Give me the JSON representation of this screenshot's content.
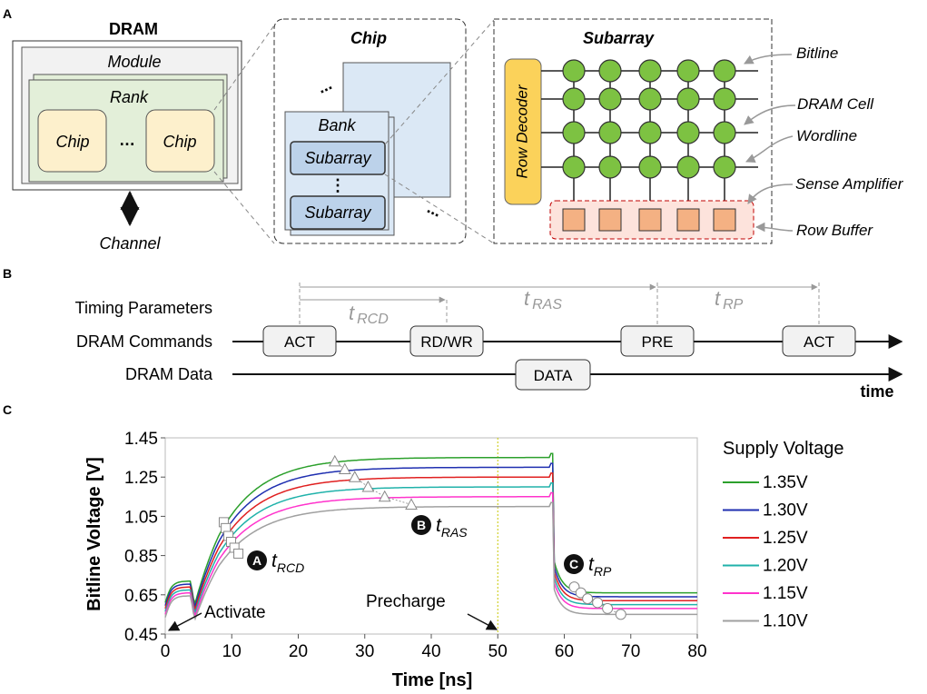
{
  "panel_a": {
    "letter": "A",
    "dram_title": "DRAM",
    "module_label": "Module",
    "rank_label": "Rank",
    "chip_label_left": "Chip",
    "chip_dots": "…",
    "chip_label_right": "Chip",
    "channel_label": "Channel",
    "chip_box_title": "Chip",
    "bank_label": "Bank",
    "subarray_label_1": "Subarray",
    "vertical_dots": "⋮",
    "subarray_label_2": "Subarray",
    "subarray_box_title": "Subarray",
    "row_decoder_label": "Row Decoder",
    "callout_bitline": "Bitline",
    "callout_dram_cell": "DRAM Cell",
    "callout_wordline": "Wordline",
    "callout_sense_amplifier": "Sense Amplifier",
    "callout_row_buffer": "Row Buffer",
    "colors": {
      "module_fill": "#f2f2f2",
      "rank_fill": "#e3efd9",
      "chip_fill": "#fdf0cc",
      "bank_fill": "#dbe8f5",
      "cell_fill": "#7dc242",
      "decoder_fill": "#fbd25a",
      "sense_amp_fill": "#f4b183",
      "row_buffer_border": "#c00000"
    }
  },
  "panel_b": {
    "letter": "B",
    "row_labels": {
      "timing": "Timing Parameters",
      "commands": "DRAM Commands",
      "data": "DRAM Data"
    },
    "timing": [
      {
        "t": "t",
        "sub": "RCD"
      },
      {
        "t": "t",
        "sub": "RAS"
      },
      {
        "t": "t",
        "sub": "RP"
      }
    ],
    "commands": [
      "ACT",
      "RD/WR",
      "PRE",
      "ACT"
    ],
    "data_label": "DATA",
    "time_label": "time"
  },
  "chart_data": {
    "type": "line",
    "panel_letter": "C",
    "xlabel": "Time [ns]",
    "ylabel": "Bitline Voltage [V]",
    "xlim": [
      0,
      80
    ],
    "ylim": [
      0.45,
      1.45
    ],
    "xticks": [
      0,
      10,
      20,
      30,
      40,
      50,
      60,
      70,
      80
    ],
    "yticks": [
      0.45,
      0.65,
      0.85,
      1.05,
      1.25,
      1.45
    ],
    "ytick_labels": [
      "0.45",
      "0.65",
      "0.85",
      "1.05",
      "1.25",
      "1.45"
    ],
    "legend_title": "Supply Voltage",
    "legend_position": "right",
    "series": [
      {
        "name": "1.35V",
        "color": "#2ca02c",
        "vdd": 1.35,
        "v_low": 0.66
      },
      {
        "name": "1.30V",
        "color": "#1f2fb0",
        "vdd": 1.3,
        "v_low": 0.64
      },
      {
        "name": "1.25V",
        "color": "#e02020",
        "vdd": 1.25,
        "v_low": 0.62
      },
      {
        "name": "1.20V",
        "color": "#20b2aa",
        "vdd": 1.2,
        "v_low": 0.6
      },
      {
        "name": "1.15V",
        "color": "#ff33cc",
        "vdd": 1.15,
        "v_low": 0.58
      },
      {
        "name": "1.10V",
        "color": "#a0a0a0",
        "vdd": 1.1,
        "v_low": 0.55
      }
    ],
    "markers": {
      "tRCD": {
        "shape": "square",
        "points": [
          [
            8.8,
            1.02
          ],
          [
            9.1,
            0.99
          ],
          [
            9.5,
            0.95
          ],
          [
            9.9,
            0.92
          ],
          [
            10.4,
            0.89
          ],
          [
            11.0,
            0.86
          ]
        ]
      },
      "tRAS": {
        "shape": "triangle",
        "points": [
          [
            25.5,
            1.33
          ],
          [
            27.0,
            1.29
          ],
          [
            28.5,
            1.25
          ],
          [
            30.5,
            1.2
          ],
          [
            33.0,
            1.15
          ],
          [
            37.0,
            1.11
          ]
        ]
      },
      "tRP": {
        "shape": "circle",
        "points": [
          [
            61.5,
            0.69
          ],
          [
            62.5,
            0.66
          ],
          [
            63.5,
            0.63
          ],
          [
            65.0,
            0.61
          ],
          [
            66.5,
            0.58
          ],
          [
            68.5,
            0.55
          ]
        ]
      }
    },
    "annotations": {
      "A": {
        "letter": "A",
        "t": "t",
        "sub": "RCD"
      },
      "B": {
        "letter": "B",
        "t": "t",
        "sub": "RAS"
      },
      "C": {
        "letter": "C",
        "t": "t",
        "sub": "RP"
      },
      "activate": "Activate",
      "precharge": "Precharge"
    },
    "events_ns": {
      "activate": 0,
      "precharge": 50,
      "precharge_line": 50,
      "drop": 58
    }
  }
}
